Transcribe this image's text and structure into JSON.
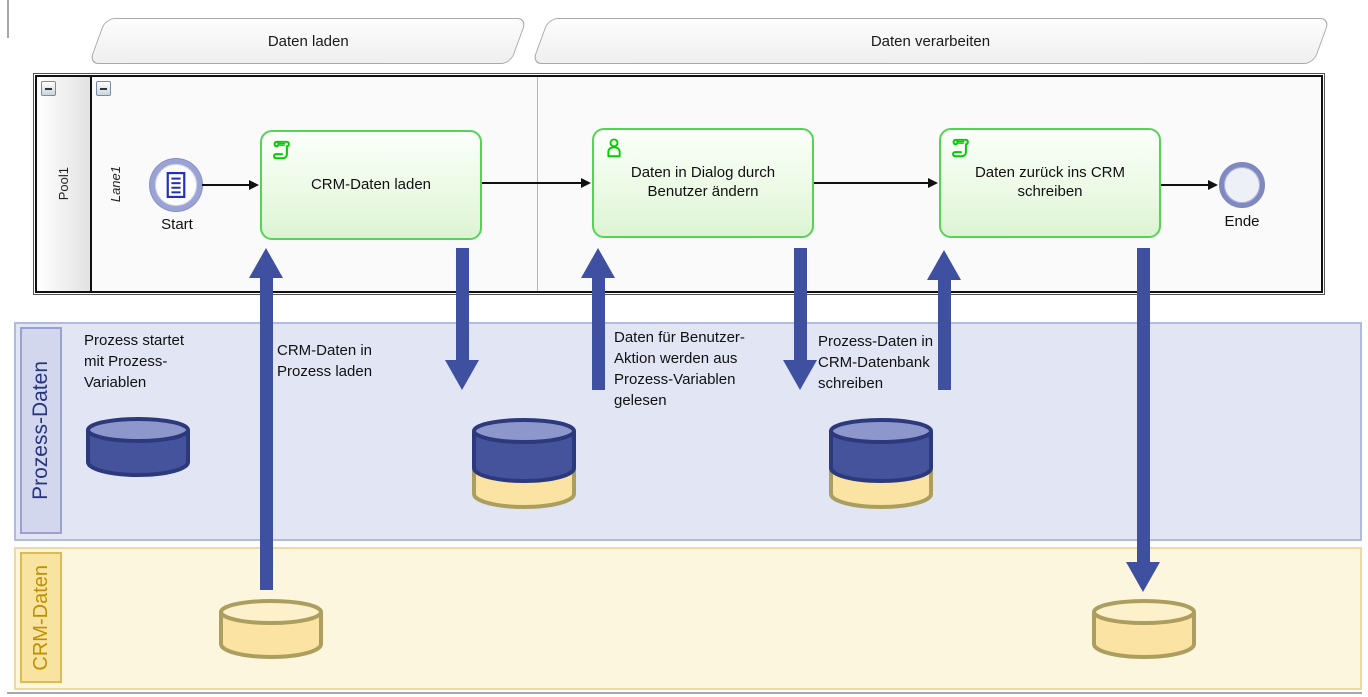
{
  "colors": {
    "data_flow_arrow": "#3E509F",
    "task_border": "#56D356",
    "task_icon_green": "#00CE00",
    "pool_border": "#111111",
    "prozess_lane_bg": "#E2E5F4",
    "prozess_label_color": "#26357F",
    "crm_lane_bg": "#FDF6DF",
    "crm_label_color": "#BF9000",
    "blue_cylinder": "#45539D",
    "yellow_cylinder": "#FAE3A3"
  },
  "milestones": [
    {
      "label": "Daten laden"
    },
    {
      "label": "Daten verarbeiten"
    }
  ],
  "pool": {
    "label": "Pool1",
    "lane_label": "Lane1",
    "start_event": {
      "label": "Start"
    },
    "end_event": {
      "label": "Ende"
    },
    "tasks": [
      {
        "label": "CRM-Daten laden",
        "icon": "script-icon"
      },
      {
        "label": "Daten in Dialog durch\nBenutzer ändern",
        "icon": "user-icon"
      },
      {
        "label": "Daten zurück ins CRM\nschreiben",
        "icon": "script-icon"
      }
    ]
  },
  "lanes": {
    "prozess": {
      "label": "Prozess-Daten",
      "notes": [
        "Prozess startet\nmit Prozess-\nVariablen",
        "CRM-Daten in\nProzess laden",
        "Daten für Benutzer-\nAktion werden aus\nProzess-Variablen\ngelesen",
        "Prozess-Daten in\nCRM-Datenbank\nschreiben"
      ]
    },
    "crm": {
      "label": "CRM-Daten"
    }
  },
  "data_flows": [
    {
      "direction": "up",
      "from": "crm-database-left",
      "to": "task-crm-daten-laden"
    },
    {
      "direction": "down",
      "from": "task-crm-daten-laden",
      "to": "prozess-daten-store-1"
    },
    {
      "direction": "up",
      "from": "prozess-daten-store-1",
      "to": "task-daten-in-dialog"
    },
    {
      "direction": "down",
      "from": "task-daten-in-dialog",
      "to": "prozess-daten-store-2"
    },
    {
      "direction": "up",
      "from": "prozess-daten-store-2",
      "to": "task-daten-zurueck-ins-crm"
    },
    {
      "direction": "down",
      "from": "task-daten-zurueck-ins-crm",
      "to": "crm-database-right"
    }
  ]
}
